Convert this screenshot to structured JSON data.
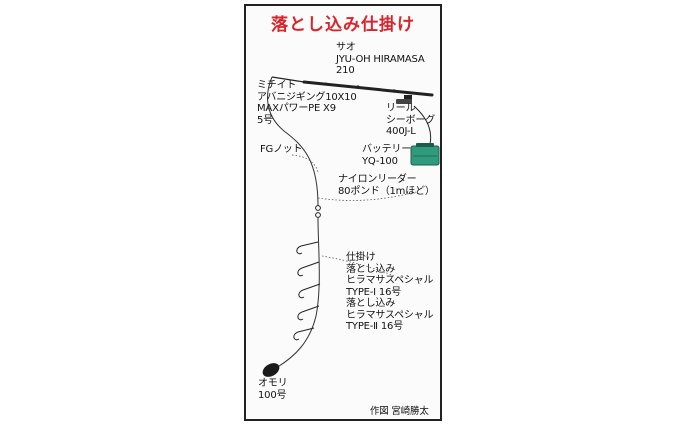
{
  "title": "落とし込み仕掛け",
  "rod": {
    "lines": [
      "サオ",
      "JYU-OH HIRAMASA",
      "210"
    ]
  },
  "main_line": {
    "lines": [
      "ミチイト",
      "アバニジギング10X10",
      "MAXパワーPE X9",
      "5号"
    ]
  },
  "reel": {
    "lines": [
      "リール",
      "シーボーグ",
      "400J-L"
    ]
  },
  "battery": {
    "lines": [
      "バッテリー",
      "YQ-100"
    ]
  },
  "knot": {
    "label": "FGノット"
  },
  "leader": {
    "lines": [
      "ナイロンリーダー",
      "80ポンド（1mほど）"
    ]
  },
  "rig": {
    "lines": [
      "仕掛け",
      "落とし込み",
      "ヒラマサスペシャル",
      "TYPE-Ⅰ  16号",
      "落とし込み",
      "ヒラマサスペシャル",
      "TYPE-Ⅱ  16号"
    ]
  },
  "sinker": {
    "lines": [
      "オモリ",
      "100号"
    ]
  },
  "credit": "作図 宮崎勝太",
  "colors": {
    "title": "#d8242b",
    "battery": "#2f9a7c",
    "line": "#333333",
    "frame": "#222222"
  }
}
